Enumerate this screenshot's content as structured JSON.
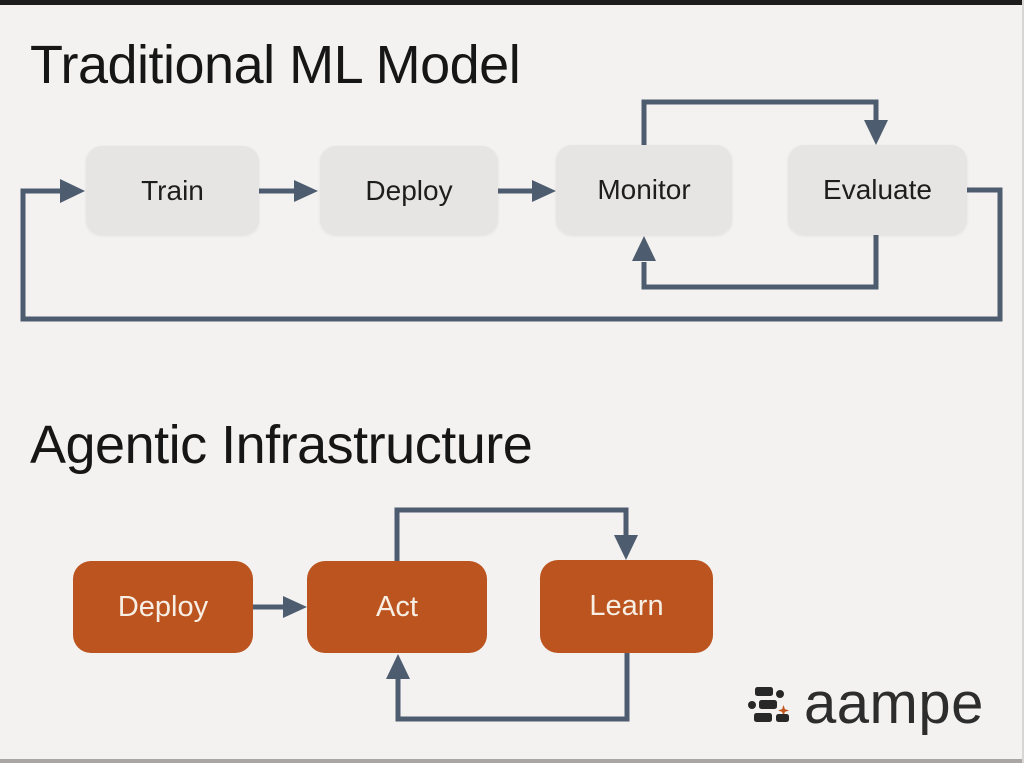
{
  "slide": {
    "sections": [
      {
        "title": "Traditional ML Model",
        "nodes": [
          {
            "label": "Train"
          },
          {
            "label": "Deploy"
          },
          {
            "label": "Monitor"
          },
          {
            "label": "Evaluate"
          }
        ],
        "edges": [
          "Train → Deploy",
          "Deploy → Monitor",
          "Monitor → Evaluate (top loop)",
          "Evaluate → Monitor (bottom loop)",
          "Evaluate → Train (outer feedback loop)"
        ],
        "node_style": "gray"
      },
      {
        "title": "Agentic Infrastructure",
        "nodes": [
          {
            "label": "Deploy"
          },
          {
            "label": "Act"
          },
          {
            "label": "Learn"
          }
        ],
        "edges": [
          "Deploy → Act",
          "Act → Learn (top loop)",
          "Learn → Act (bottom loop)"
        ],
        "node_style": "orange"
      }
    ]
  },
  "logo": {
    "text": "aampe",
    "icon": "aampe-blocks-sparkle-icon"
  },
  "colors": {
    "background": "#f3f2f0",
    "box_gray": "#e6e5e3",
    "box_orange": "#bc5420",
    "connector": "#4e5c6f",
    "title_text": "#161616",
    "box_text_dark": "#1d1d1d",
    "box_text_light": "#f7efe4",
    "logo_text": "#2d2d2d",
    "logo_star": "#c2571f"
  }
}
